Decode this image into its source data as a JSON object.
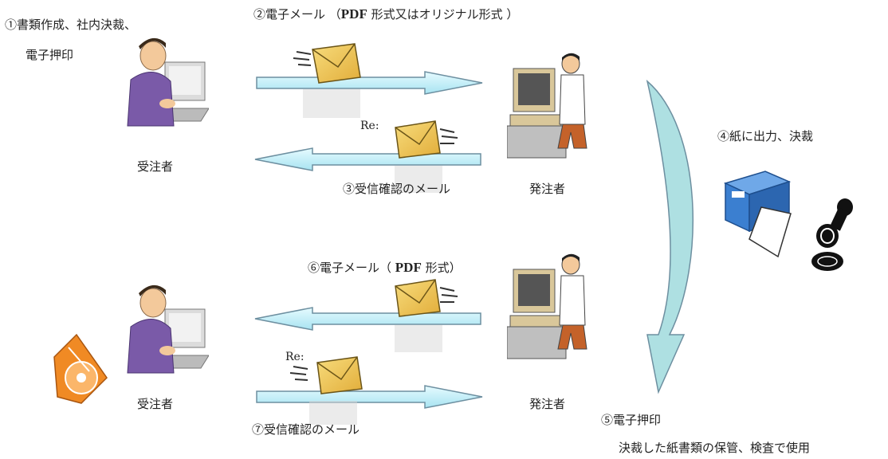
{
  "labels": {
    "step1_line1": "①書類作成、社内決裁、",
    "step1_line2": "電子押印",
    "step2_prefix": "②電子メール  （",
    "step2_pdf": "PDF",
    "step2_suffix": " 形式又はオリジナル形式  ）",
    "step3": "③受信確認のメール",
    "step4": "④紙に出力、決裁",
    "step5": "⑤電子押印",
    "step5_note": "決裁した紙書類の保管、検査で使用",
    "step6_prefix": "⑥電子メール（ ",
    "step6_pdf": "PDF",
    "step6_suffix": " 形式）",
    "step7": "⑦受信確認のメール",
    "re_top": "Re:",
    "re_bottom": "Re:"
  },
  "actors": {
    "contractor_top": "受注者",
    "orderer_top": "発注者",
    "contractor_bottom": "受注者",
    "orderer_bottom": "発注者"
  },
  "colors": {
    "arrow_fill": "#c9f1fa",
    "arrow_stroke": "#6d8fa0",
    "curve_fill": "#aee0e2",
    "envelope": "#f2cb59",
    "disk": "#f08a24",
    "printer": "#3b7fd0"
  }
}
